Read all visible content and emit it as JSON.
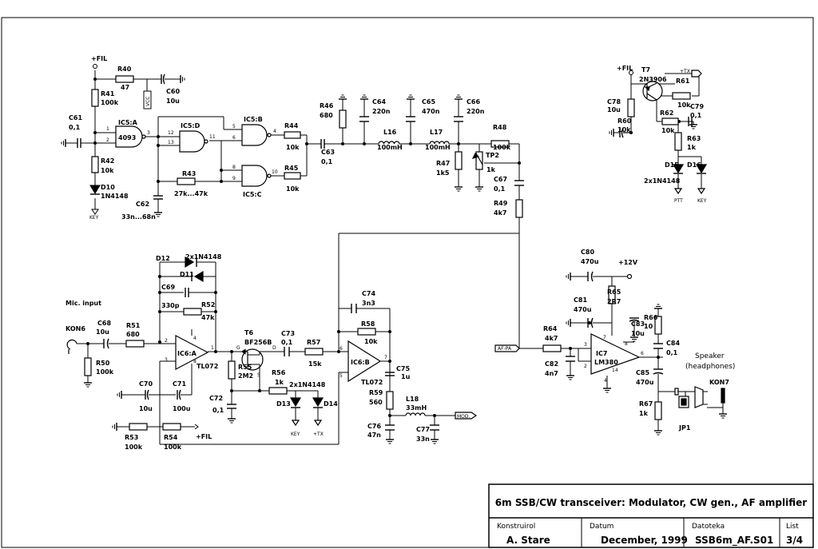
{
  "title_block": {
    "title": "6m SSB/CW transceiver: Modulator, CW gen., AF amplifier",
    "fields": [
      {
        "caption": "Konstruirol",
        "value": "A. Stare"
      },
      {
        "caption": "Datum",
        "value": "December, 1999"
      },
      {
        "caption": "Datoteka",
        "value": "SSB6m_AF.S01"
      },
      {
        "caption": "List",
        "value": "3/4"
      }
    ]
  },
  "nets": {
    "fil_1": "+FIL",
    "vcc": "VCC",
    "key_1": "KEY",
    "fil_2": "+FIL",
    "tx_1": "+TX",
    "ptt": "PTT",
    "key_2": "KEY",
    "af_pa": "AF-PA",
    "v12": "+12V",
    "fil_3": "+FIL",
    "key_3": "KEY",
    "tx_2": "+TX",
    "mod": "MOD."
  },
  "texts": {
    "mic_input": "Mic. input",
    "speaker_1": "Speaker",
    "speaker_2": "(headphones)"
  },
  "components": {
    "R40": {
      "ref": "R40",
      "val": "47"
    },
    "R41": {
      "ref": "R41",
      "val": "100k"
    },
    "R42": {
      "ref": "R42",
      "val": "10k"
    },
    "C60": {
      "ref": "C60",
      "val": "10u"
    },
    "C61": {
      "ref": "C61",
      "val": "0,1"
    },
    "D10": {
      "ref": "D10",
      "val": "1N4148"
    },
    "C62": {
      "ref": "C62",
      "val": "33n...68n"
    },
    "R43": {
      "ref": "R43",
      "val": "27k...47k"
    },
    "R44": {
      "ref": "R44",
      "val": "10k"
    },
    "R45": {
      "ref": "R45",
      "val": "10k"
    },
    "C63": {
      "ref": "C63",
      "val": "0,1"
    },
    "R46": {
      "ref": "R46",
      "val": "680"
    },
    "C64": {
      "ref": "C64",
      "val": "220n"
    },
    "L16": {
      "ref": "L16",
      "val": "100mH"
    },
    "C65": {
      "ref": "C65",
      "val": "470n"
    },
    "L17": {
      "ref": "L17",
      "val": "100mH"
    },
    "C66": {
      "ref": "C66",
      "val": "220n"
    },
    "R47": {
      "ref": "R47",
      "val": "1k5"
    },
    "R48": {
      "ref": "R48",
      "val": "100k"
    },
    "TP2": {
      "ref": "TP2",
      "val": "1k"
    },
    "C67": {
      "ref": "C67",
      "val": "0,1"
    },
    "R49": {
      "ref": "R49",
      "val": "4k7"
    },
    "IC5A": {
      "ref": "IC5:A",
      "val": "4093"
    },
    "IC5B": {
      "ref": "IC5:B"
    },
    "IC5C": {
      "ref": "IC5:C"
    },
    "IC5D": {
      "ref": "IC5:D"
    },
    "T7": {
      "ref": "T7",
      "val": "2N3906"
    },
    "R61": {
      "ref": "R61",
      "val": "10k"
    },
    "C78": {
      "ref": "C78",
      "val": "10u"
    },
    "R60": {
      "ref": "R60",
      "val": "10k"
    },
    "R62": {
      "ref": "R62",
      "val": "10k"
    },
    "C79": {
      "ref": "C79",
      "val": "0,1"
    },
    "R63": {
      "ref": "R63",
      "val": "1k"
    },
    "D15": {
      "ref": "D15"
    },
    "D16": {
      "ref": "D16"
    },
    "D15D16": {
      "val": "2x1N4148"
    },
    "D12": {
      "ref": "D12",
      "val": "2x1N4148"
    },
    "D11": {
      "ref": "D11"
    },
    "C69": {
      "ref": "C69",
      "val": "330p"
    },
    "R52": {
      "ref": "R52",
      "val": "47k"
    },
    "KON6": {
      "ref": "KON6"
    },
    "C68": {
      "ref": "C68",
      "val": "10u"
    },
    "R51": {
      "ref": "R51",
      "val": "680"
    },
    "R50": {
      "ref": "R50",
      "val": "100k"
    },
    "IC6A": {
      "ref": "IC6:A",
      "val": "TL072"
    },
    "C70": {
      "ref": "C70",
      "val": "10u"
    },
    "C71": {
      "ref": "C71",
      "val": "100u"
    },
    "R53": {
      "ref": "R53",
      "val": "100k"
    },
    "R54": {
      "ref": "R54",
      "val": "100k"
    },
    "T6": {
      "ref": "T6",
      "val": "BF256B"
    },
    "R55": {
      "ref": "R55",
      "val": "2M2"
    },
    "C72": {
      "ref": "C72",
      "val": "0,1"
    },
    "C73": {
      "ref": "C73",
      "val": "0,1"
    },
    "R56": {
      "ref": "R56",
      "val": "1k"
    },
    "R57": {
      "ref": "R57",
      "val": "15k"
    },
    "D13": {
      "ref": "D13"
    },
    "D14": {
      "ref": "D14"
    },
    "D13D14": {
      "val": "2x1N4148"
    },
    "C74": {
      "ref": "C74",
      "val": "3n3"
    },
    "R58": {
      "ref": "R58",
      "val": "10k"
    },
    "IC6B": {
      "ref": "IC6:B",
      "val": "TL072"
    },
    "C75": {
      "ref": "C75",
      "val": "1u"
    },
    "R59": {
      "ref": "R59",
      "val": "560"
    },
    "L18": {
      "ref": "L18",
      "val": "33mH"
    },
    "C76": {
      "ref": "C76",
      "val": "47n"
    },
    "C77": {
      "ref": "C77",
      "val": "33n"
    },
    "C80": {
      "ref": "C80",
      "val": "470u"
    },
    "C81": {
      "ref": "C81",
      "val": "470u"
    },
    "R65": {
      "ref": "R65",
      "val": "2R7"
    },
    "C83": {
      "ref": "C83",
      "val": "10u"
    },
    "R64": {
      "ref": "R64",
      "val": "4k7"
    },
    "C82": {
      "ref": "C82",
      "val": "4n7"
    },
    "IC7": {
      "ref": "IC7",
      "val": "LM380"
    },
    "R66": {
      "ref": "R66",
      "val": "10"
    },
    "C84": {
      "ref": "C84",
      "val": "0,1"
    },
    "C85": {
      "ref": "C85",
      "val": "470u"
    },
    "R67": {
      "ref": "R67",
      "val": "1k"
    },
    "KON7": {
      "ref": "KON7"
    },
    "JP1": {
      "ref": "JP1"
    }
  },
  "pins": {
    "IC5A": [
      "1",
      "2",
      "3"
    ],
    "IC5D": [
      "12",
      "13",
      "11"
    ],
    "IC5B": [
      "5",
      "6",
      "4"
    ],
    "IC5C": [
      "8",
      "9",
      "10"
    ],
    "IC6A": [
      "2",
      "3",
      "1",
      "4",
      "8"
    ],
    "IC6B": [
      "6",
      "5",
      "7"
    ],
    "IC7": [
      "3",
      "2",
      "6",
      "7",
      "8",
      "14",
      "4"
    ],
    "T6": [
      "G",
      "D",
      "S"
    ]
  }
}
